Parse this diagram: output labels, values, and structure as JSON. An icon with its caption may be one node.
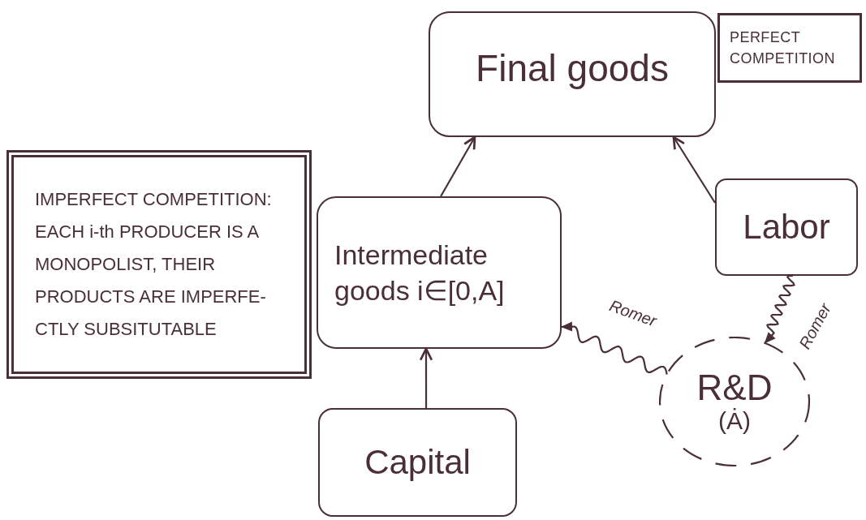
{
  "diagram": {
    "nodes": [
      {
        "text": [
          "Final goods"
        ]
      },
      {
        "text": [
          "PERFECT COMPETITION"
        ]
      },
      {
        "text": [
          "IMPERFECT COMPETITION: EACH i-th PRODUCER IS A MONOPOLIST, THEIR PRODUCTS ARE IMPERFE-CTLY SUBSITUTABLE"
        ]
      },
      {
        "text": [
          "Intermediate goods i∈[0,A]"
        ]
      },
      {
        "text": [
          "Labor"
        ]
      },
      {
        "text": [
          "Capital"
        ]
      },
      {
        "text": [
          "R&D",
          "(Ȧ)"
        ]
      }
    ],
    "edges": [
      {
        "from": 3,
        "to": 0,
        "arrow": "to"
      },
      {
        "from": 4,
        "to": 0,
        "arrow": "to"
      },
      {
        "from": 5,
        "to": 3,
        "arrow": "to"
      },
      {
        "from": 6,
        "to": 3,
        "arrow": "to",
        "label": "Romer"
      },
      {
        "from": 4,
        "to": 6,
        "arrow": "to",
        "label": "Romer"
      }
    ]
  }
}
